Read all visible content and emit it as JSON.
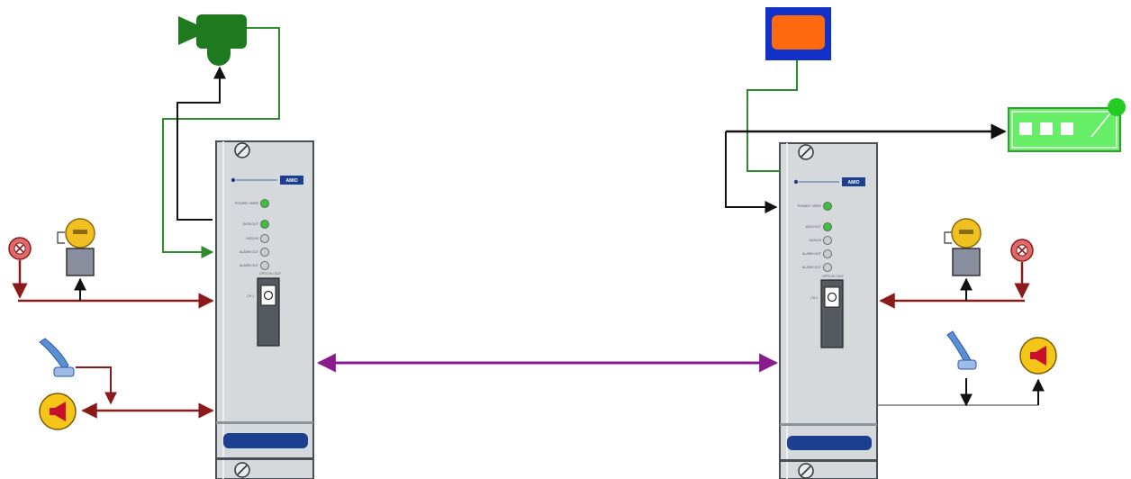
{
  "colors": {
    "panel_face": "#d6d9dc",
    "panel_edge": "#4a4f55",
    "handle": "#1d3f8f",
    "led_on": "#3fbf3f",
    "led_off": "#c9cdd0",
    "alarm_line": "#8b1a1a",
    "control_line": "#111111",
    "video_line": "#2e8b2e",
    "link_line": "#8b1a8b",
    "camera": "#1f7a1f",
    "monitor_frame": "#1030c8",
    "monitor_screen": "#ff6a10",
    "recorder": "#66ee66",
    "bell": "#f0c020",
    "speaker_badge": "#f5c518",
    "speaker_red": "#c8102e",
    "handset": "#5a8fd6"
  },
  "icons": [
    "camera-icon",
    "monitor-icon",
    "recorder-icon",
    "alarm-button-icon",
    "bell-icon",
    "handset-icon",
    "speaker-icon",
    "screw-icon",
    "led-icon"
  ],
  "units": {
    "left": {
      "logo": "AMIO",
      "leds": [
        {
          "label": "POWER / WIRE",
          "state": "on"
        },
        {
          "label": "DATA OUT",
          "state": "on"
        },
        {
          "label": "DATA IN",
          "state": "off"
        },
        {
          "label": "ALARM OUT",
          "state": "off"
        },
        {
          "label": "ALARM OUT",
          "state": "off"
        }
      ],
      "switch_label": "OPTO IN / OUT",
      "port_label": "CH 1"
    },
    "right": {
      "logo": "AMIO",
      "leds": [
        {
          "label": "POWER / WIRE",
          "state": "on"
        },
        {
          "label": "DATA OUT",
          "state": "on"
        },
        {
          "label": "DATA IN",
          "state": "off"
        },
        {
          "label": "ALARM OUT",
          "state": "off"
        },
        {
          "label": "ALARM OUT",
          "state": "off"
        }
      ],
      "switch_label": "OPTO IN / OUT",
      "port_label": "CH 1"
    }
  }
}
